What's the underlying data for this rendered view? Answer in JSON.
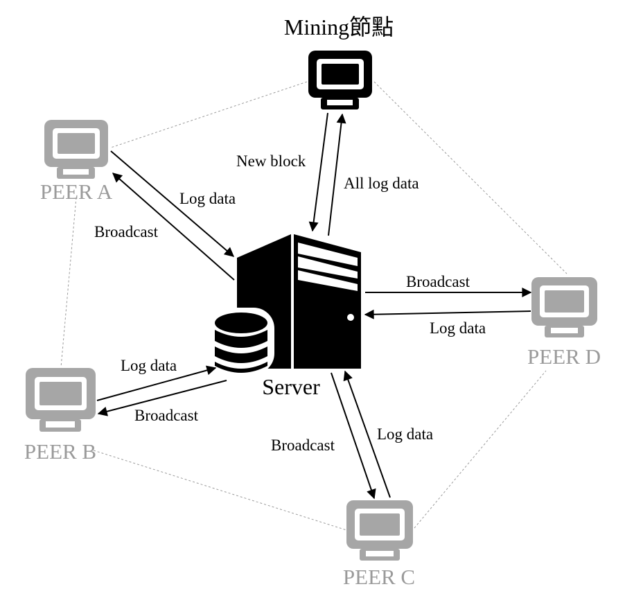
{
  "title": "Mining節點",
  "server": {
    "label": "Server"
  },
  "peers": {
    "a": {
      "label": "PEER A"
    },
    "b": {
      "label": "PEER B"
    },
    "c": {
      "label": "PEER C"
    },
    "d": {
      "label": "PEER D"
    }
  },
  "edges": {
    "mining_new_block": "New block",
    "mining_all_log": "All log data",
    "a_log": "Log data",
    "a_broadcast": "Broadcast",
    "b_log": "Log data",
    "b_broadcast": "Broadcast",
    "c_broadcast": "Broadcast",
    "c_log": "Log data",
    "d_broadcast": "Broadcast",
    "d_log": "Log data"
  },
  "colors": {
    "peer": "#a6a6a6",
    "mining": "#000000",
    "server": "#000000",
    "mesh": "#9a9a9a"
  }
}
